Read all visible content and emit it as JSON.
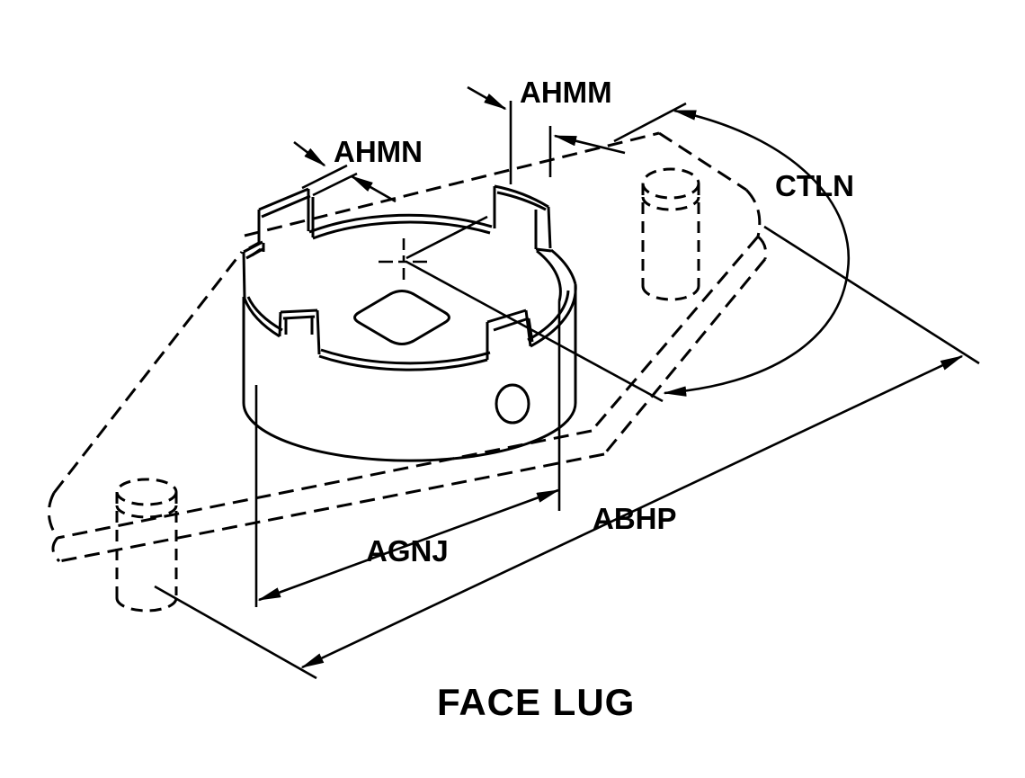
{
  "figure": {
    "title": "FACE LUG",
    "dimension_labels": {
      "ahmm": "AHMM",
      "ahmn": "AHMN",
      "ctln": "CTLN",
      "agnj": "AGNJ",
      "abhp": "ABHP"
    },
    "colors": {
      "line": "#000000",
      "background": "#ffffff"
    }
  }
}
